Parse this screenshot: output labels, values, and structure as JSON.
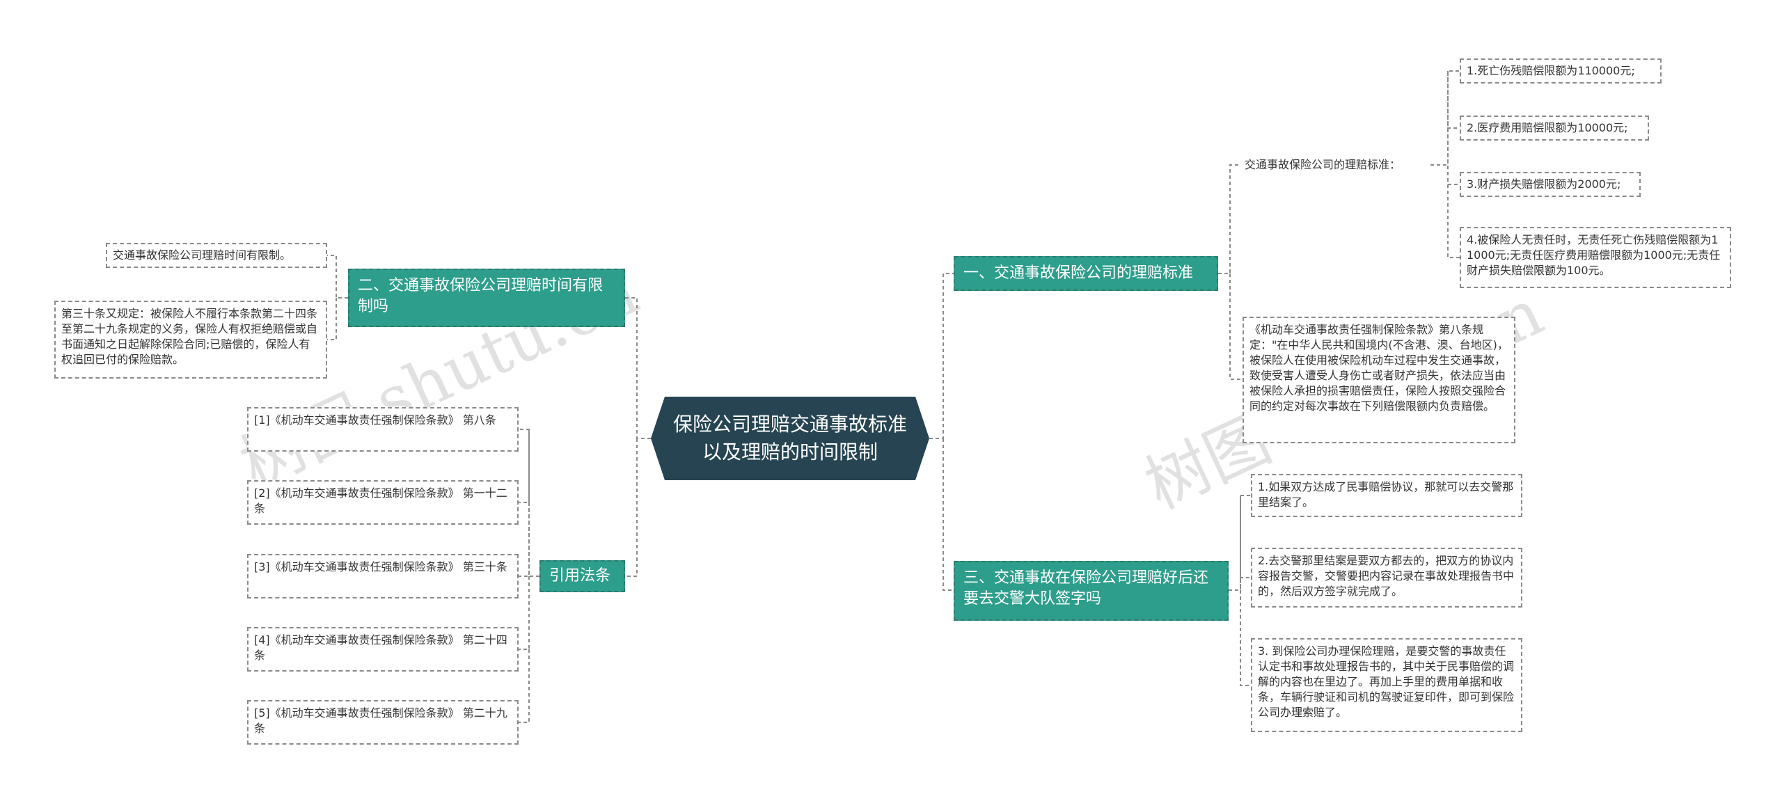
{
  "root": {
    "title": "保险公司理赔交通事故标准以及理赔的时间限制"
  },
  "right": {
    "branch1": {
      "title": "一、交通事故保险公司的理赔标准",
      "sub_label": "交通事故保险公司的理赔标准：",
      "items": [
        "1.死亡伤残赔偿限额为110000元;",
        "2.医疗费用赔偿限额为10000元;",
        "3.财产损失赔偿限额为2000元;",
        "4.被保险人无责任时，无责任死亡伤残赔偿限额为11000元;无责任医疗费用赔偿限额为1000元;无责任财产损失赔偿限额为100元。"
      ],
      "clause": "《机动车交通事故责任强制保险条款》第八条规定：\"在中华人民共和国境内(不含港、澳、台地区)，被保险人在使用被保险机动车过程中发生交通事故，致使受害人遭受人身伤亡或者财产损失，依法应当由被保险人承担的损害赔偿责任，保险人按照交强险合同的约定对每次事故在下列赔偿限额内负责赔偿。"
    },
    "branch3": {
      "title": "三、交通事故在保险公司理赔好后还要去交警大队签字吗",
      "items": [
        "1.如果双方达成了民事赔偿协议，那就可以去交警那里结案了。",
        "2.去交警那里结案是要双方都去的，把双方的协议内容报告交警，交警要把内容记录在事故处理报告书中的，然后双方签字就完成了。",
        "3. 到保险公司办理保险理赔，是要交警的事故责任认定书和事故处理报告书的，其中关于民事赔偿的调解的内容也在里边了。再加上手里的费用单据和收条，车辆行驶证和司机的驾驶证复印件，即可到保险公司办理索赔了。"
      ]
    }
  },
  "left": {
    "branch2": {
      "title": "二、交通事故保险公司理赔时间有限制吗",
      "items": [
        "交通事故保险公司理赔时间有限制。",
        "第三十条又规定：被保险人不履行本条款第二十四条至第二十九条规定的义务，保险人有权拒绝赔偿或自书面通知之日起解除保险合同;已赔偿的，保险人有权追回已付的保险赔款。"
      ]
    },
    "refs": {
      "title": "引用法条",
      "items": [
        "[1]《机动车交通事故责任强制保险条款》 第八条",
        "[2]《机动车交通事故责任强制保险条款》 第一十二条",
        "[3]《机动车交通事故责任强制保险条款》 第三十条",
        "[4]《机动车交通事故责任强制保险条款》 第二十四条",
        "[5]《机动车交通事故责任强制保险条款》 第二十九条"
      ]
    }
  },
  "watermarks": [
    "树图 shutu.cn",
    "树图 shutu.cn"
  ],
  "colors": {
    "root": "#264451",
    "branch": "#2e9e8c",
    "line": "#8a8a8a"
  }
}
